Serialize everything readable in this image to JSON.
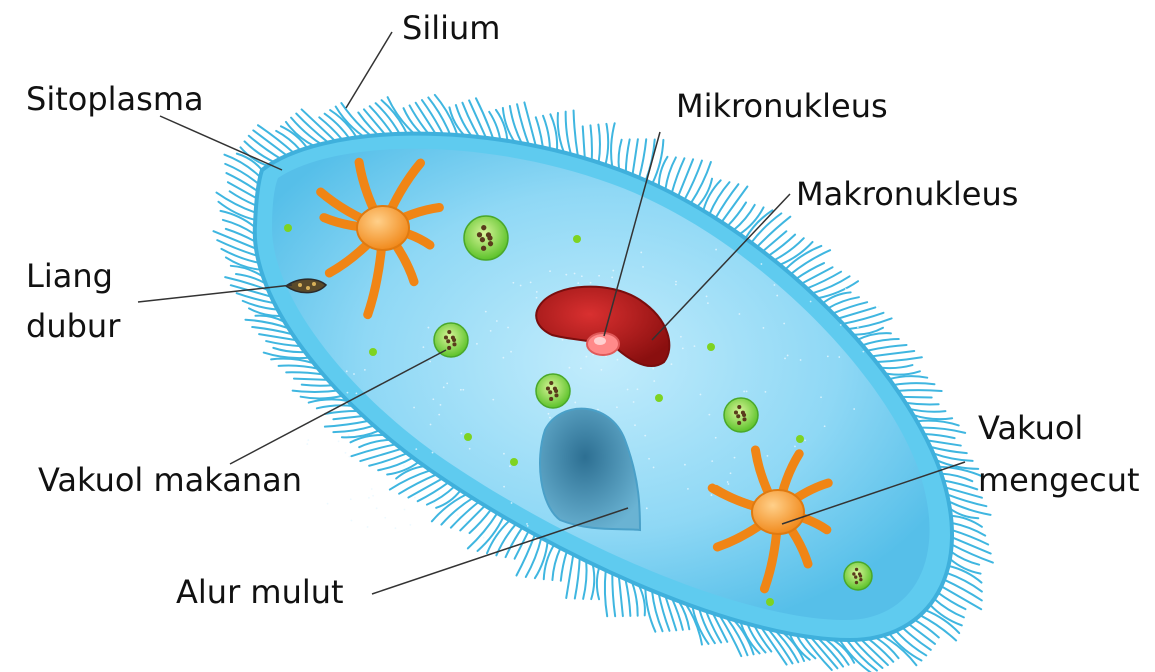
{
  "labels": {
    "silium": "Silium",
    "sitoplasma": "Sitoplasma",
    "mikronukleus": "Mikronukleus",
    "makronukleus": "Makronukleus",
    "liang_dubur_line1": "Liang",
    "liang_dubur_line2": "dubur",
    "vakuol_makanan": "Vakuol makanan",
    "vakuol_mengecut_line1": "Vakuol",
    "vakuol_mengecut_line2": "mengecut",
    "alur_mulut": "Alur mulut"
  },
  "colors": {
    "cilia": "#3fb6e0",
    "membrane": "#5fcbef",
    "cytoplasm": "#8fd8f5",
    "cytoplasm_inner": "#b8e9fb",
    "macronucleus": "#b11a1a",
    "micronucleus": "#ff8080",
    "contractile_vacuole": "#f7941d",
    "food_vacuole": "#8bd63a",
    "oral_groove": "#3c86aa",
    "leader_line": "#333333"
  }
}
